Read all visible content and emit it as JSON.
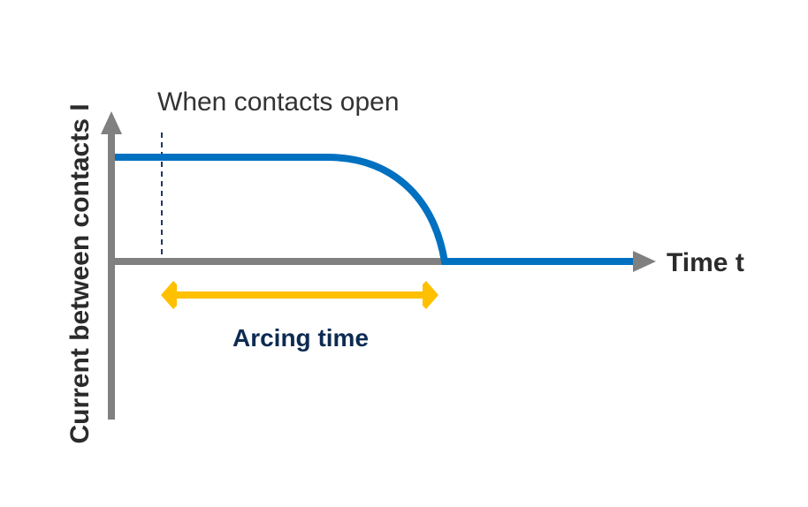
{
  "diagram": {
    "y_axis_label": "Current between contacts I",
    "x_axis_label": "Time t",
    "annotation": "When contacts open",
    "span_label": "Arcing time",
    "colors": {
      "axis": "#808080",
      "current": "#0070c0",
      "span_arrow": "#ffc000",
      "annotation_line": "#1f3864",
      "span_label": "#0d2b52"
    }
  }
}
